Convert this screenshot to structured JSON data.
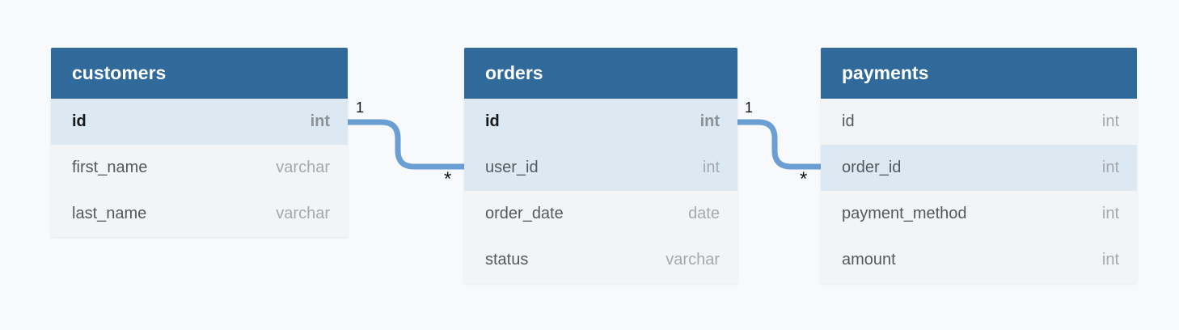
{
  "diagram": {
    "type": "entity-relationship-diagram",
    "colors": {
      "canvas_bg": "#f8f9fa",
      "header_bg": "#2f6a9b",
      "header_text": "#ffffff",
      "key_row_bg": "#dce9f3",
      "row_bg": "#f3f4f5",
      "field_text": "#55595c",
      "type_text": "#a6a8ab",
      "pk_field_text": "#17181a",
      "pk_type_text": "#8d9297",
      "connector": "#6b9fd4",
      "cardinality_text": "#141414"
    }
  },
  "tables": [
    {
      "name": "customers",
      "fields": [
        {
          "name": "id",
          "type": "int",
          "primary_key": true,
          "highlighted": true
        },
        {
          "name": "first_name",
          "type": "varchar",
          "primary_key": false,
          "highlighted": false
        },
        {
          "name": "last_name",
          "type": "varchar",
          "primary_key": false,
          "highlighted": false
        }
      ]
    },
    {
      "name": "orders",
      "fields": [
        {
          "name": "id",
          "type": "int",
          "primary_key": true,
          "highlighted": true
        },
        {
          "name": "user_id",
          "type": "int",
          "primary_key": false,
          "highlighted": true
        },
        {
          "name": "order_date",
          "type": "date",
          "primary_key": false,
          "highlighted": false
        },
        {
          "name": "status",
          "type": "varchar",
          "primary_key": false,
          "highlighted": false
        }
      ]
    },
    {
      "name": "payments",
      "fields": [
        {
          "name": "id",
          "type": "int",
          "primary_key": false,
          "highlighted": false
        },
        {
          "name": "order_id",
          "type": "int",
          "primary_key": false,
          "highlighted": true
        },
        {
          "name": "payment_method",
          "type": "int",
          "primary_key": false,
          "highlighted": false
        },
        {
          "name": "amount",
          "type": "int",
          "primary_key": false,
          "highlighted": false
        }
      ]
    }
  ],
  "relationships": [
    {
      "from_table": "customers",
      "from_field": "id",
      "to_table": "orders",
      "to_field": "user_id",
      "from_label": "1",
      "to_label": "*"
    },
    {
      "from_table": "orders",
      "from_field": "id",
      "to_table": "payments",
      "to_field": "order_id",
      "from_label": "1",
      "to_label": "*"
    }
  ]
}
